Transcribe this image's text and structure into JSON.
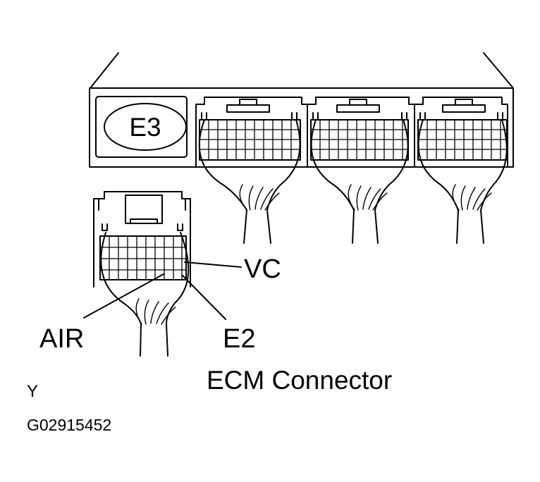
{
  "ecu": {
    "connector_code": "E3"
  },
  "pin_labels": {
    "vc": "VC",
    "air": "AIR",
    "e2": "E2"
  },
  "caption": "ECM Connector",
  "footer": {
    "letter": "Y",
    "figure_code": "G02915452"
  },
  "colors": {
    "line": "#000000",
    "background": "#ffffff"
  }
}
